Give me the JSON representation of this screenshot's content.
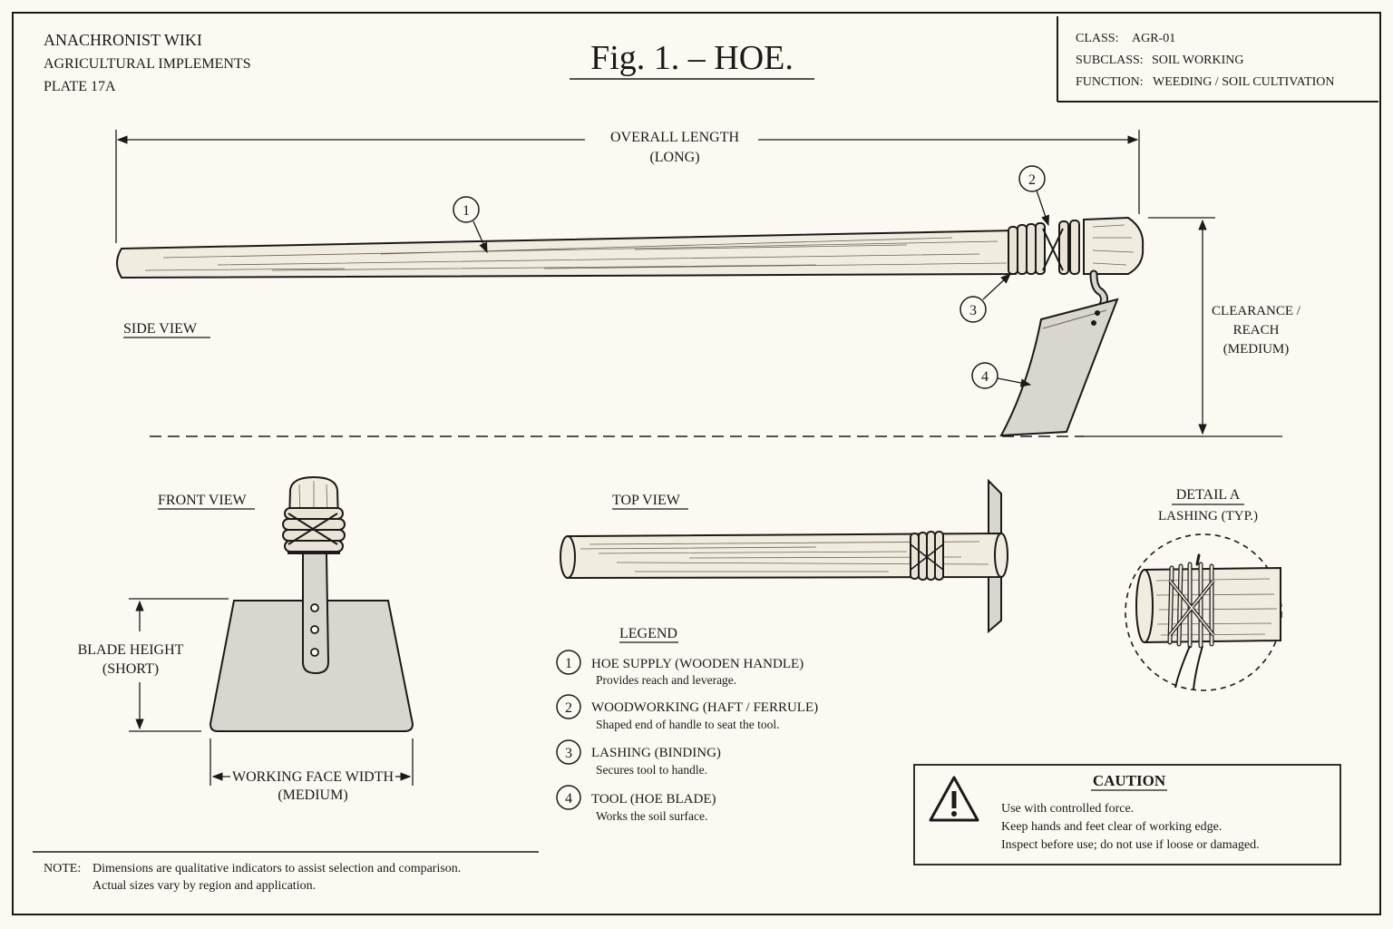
{
  "header": {
    "wiki_name": "ANACHRONIST WIKI",
    "category": "AGRICULTURAL IMPLEMENTS",
    "plate": "PLATE 17A",
    "figure_title": "Fig. 1. – HOE."
  },
  "classification": {
    "class_label": "CLASS:",
    "class_value": "AGR-01",
    "subclass_label": "SUBCLASS:",
    "subclass_value": "SOIL WORKING",
    "function_label": "FUNCTION:",
    "function_value": "WEEDING / SOIL CULTIVATION"
  },
  "side_view": {
    "label": "SIDE VIEW",
    "overall_length": "OVERALL LENGTH",
    "overall_length_value": "(LONG)",
    "clearance_line1": "CLEARANCE /",
    "clearance_line2": "REACH",
    "clearance_value": "(MEDIUM)"
  },
  "callouts": [
    "1",
    "2",
    "3",
    "4"
  ],
  "front_view": {
    "label": "FRONT VIEW",
    "blade_height": "BLADE HEIGHT",
    "blade_height_value": "(SHORT)",
    "working_face": "WORKING FACE WIDTH",
    "working_face_value": "(MEDIUM)"
  },
  "top_view": {
    "label": "TOP VIEW"
  },
  "detail": {
    "title": "DETAIL A",
    "subtitle": "LASHING (TYP.)"
  },
  "legend": {
    "title": "LEGEND",
    "items": [
      {
        "num": "1",
        "name": "HOE SUPPLY  (WOODEN HANDLE)",
        "desc": "Provides reach and leverage."
      },
      {
        "num": "2",
        "name": "WOODWORKING  (HAFT / FERRULE)",
        "desc": "Shaped end of handle to seat the tool."
      },
      {
        "num": "3",
        "name": "LASHING  (BINDING)",
        "desc": "Secures tool to handle."
      },
      {
        "num": "4",
        "name": "TOOL  (HOE BLADE)",
        "desc": "Works the soil surface."
      }
    ]
  },
  "caution": {
    "icon": "warning-triangle-icon",
    "title": "CAUTION",
    "lines": [
      "Use with controlled force.",
      "Keep hands and feet clear of working edge.",
      "Inspect before use;  do not use if loose or damaged."
    ]
  },
  "note": {
    "label": "NOTE:",
    "line1": "Dimensions are qualitative indicators to assist selection and comparison.",
    "line2": "Actual sizes vary by region and application."
  }
}
